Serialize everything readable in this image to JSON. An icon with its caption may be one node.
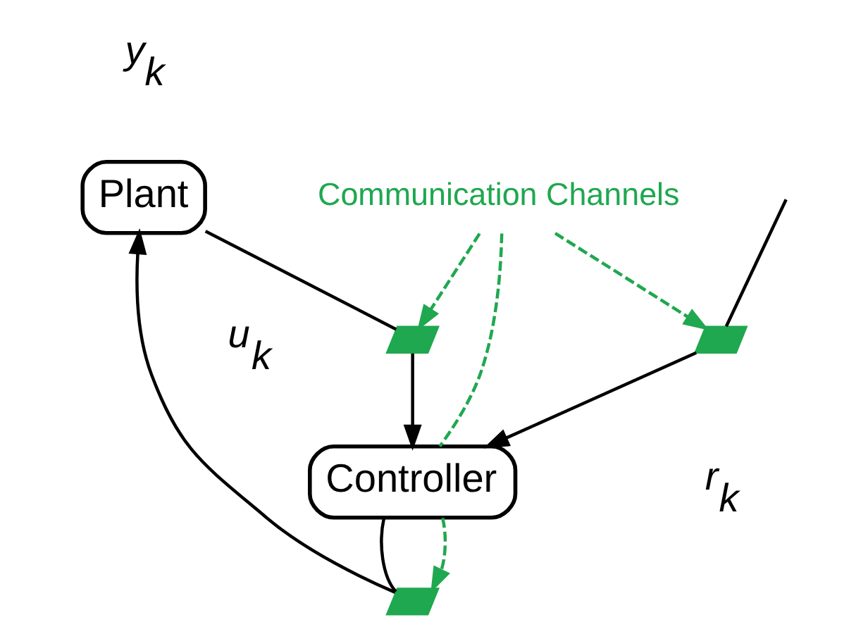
{
  "diagram": {
    "nodes": [
      {
        "text": [
          "Plant"
        ]
      },
      {
        "text": [
          "Controller"
        ]
      },
      {
        "text": [
          "Communication Channels"
        ]
      },
      {
        "text": [],
        "shape": "break"
      },
      {
        "text": [],
        "shape": "break"
      },
      {
        "text": [],
        "shape": "break"
      }
    ],
    "edges": [
      {
        "from": 1,
        "to": 3,
        "arrow": "none"
      },
      {
        "from": 3,
        "to": 0,
        "arrow": "to"
      },
      {
        "from": 0,
        "to": 4,
        "arrow": "none"
      },
      {
        "from": 4,
        "to": 1,
        "arrow": "to"
      },
      {
        "from": null,
        "to": 5,
        "arrow": "none"
      },
      {
        "from": 5,
        "to": 1,
        "arrow": "to"
      },
      {
        "from": 1,
        "to": 3,
        "arrow": "to",
        "style": "dashed",
        "color": "#1fa84f"
      },
      {
        "from": 2,
        "to": 1,
        "arrow": "none",
        "style": "dashed",
        "color": "#1fa84f"
      },
      {
        "from": 2,
        "to": 4,
        "arrow": "to",
        "style": "dashed",
        "color": "#1fa84f"
      },
      {
        "from": 2,
        "to": 5,
        "arrow": "to",
        "style": "dashed",
        "color": "#1fa84f"
      }
    ],
    "labels": [
      "y$_{k}$",
      "u$_{k}$",
      "r$_{k}$"
    ]
  }
}
